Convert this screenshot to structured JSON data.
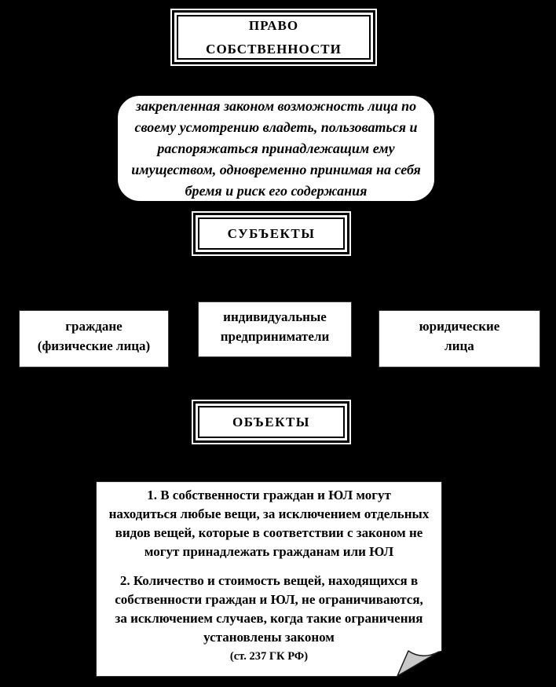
{
  "colors": {
    "background": "#000000",
    "box_fill": "#ffffff",
    "box_border": "#000000",
    "outer_frame": "#ffffff",
    "fold_fill": "#c9c9c9",
    "text": "#000000"
  },
  "title_box": {
    "lines": [
      "ПРАВО",
      "СОБСТВЕННОСТИ"
    ]
  },
  "definition_box": {
    "lines": [
      "закрепленная законом возможность лица по",
      "своему усмотрению владеть, пользоваться и",
      "распоряжаться принадлежащим ему",
      "имуществом, одновременно принимая на себя",
      "бремя и риск его содержания"
    ]
  },
  "subjects_header": {
    "label": "СУБЪЕКТЫ"
  },
  "subject_boxes": [
    {
      "lines": [
        "граждане",
        "(физические лица)"
      ]
    },
    {
      "lines": [
        "индивидуальные",
        "предприниматели"
      ]
    },
    {
      "lines": [
        "юридические",
        "лица"
      ]
    }
  ],
  "objects_header": {
    "label": "ОБЪЕКТЫ"
  },
  "objects_note": {
    "paragraph1_lines": [
      "1. В собственности граждан и ЮЛ могут",
      "находиться любые вещи, за исключением отдельных",
      "видов вещей, которые в соответствии с законом не",
      "могут принадлежать гражданам или ЮЛ"
    ],
    "paragraph2_lines": [
      "2. Количество и стоимость вещей, находящихся в",
      "собственности граждан и ЮЛ, не ограничиваются,",
      "за исключением случаев, когда такие ограничения",
      "установлены законом"
    ],
    "citation": "(ст. 237 ГК РФ)"
  }
}
